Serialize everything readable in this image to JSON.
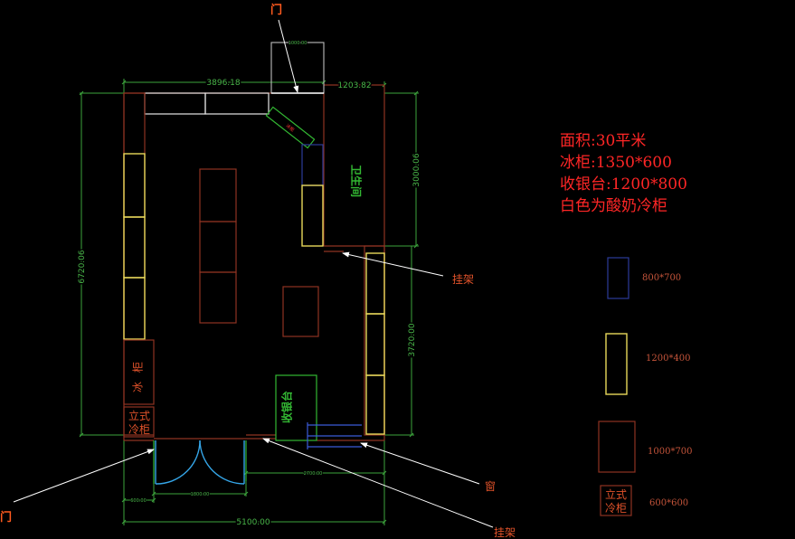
{
  "colors": {
    "background": "#000000",
    "wall": "#8e3322",
    "dimension": "#3da33d",
    "dimension_text": "#49b649",
    "yogurt_fridge": "#e8d85a",
    "fridge": "#e6e6e6",
    "blue_item": "#2b3b9a",
    "door_swing": "#35a6e8",
    "note_text": "#ff2626",
    "callout_text": "#e0522a",
    "legend_text": "#c4543a",
    "green_item": "#33b833"
  },
  "labels": {
    "door_top": "门",
    "door_bottom": "门",
    "dim_top_left": "3896.18",
    "dim_top_right": "1203.82",
    "dim_left": "6720.06",
    "dim_right_upper": "3000.06",
    "dim_right_lower": "3720.00",
    "dim_bottom": "5100.00",
    "dim_door_top": "1000.00",
    "dim_door_bottom": "1800.00",
    "dim_bottom_right": "2700.00",
    "dim_bottom_left": "600.00",
    "bathroom": "卫生间",
    "cashier": "收银台",
    "rack_right": "挂架",
    "window": "窗",
    "rack_bottom": "挂架",
    "freezer": "冰柜",
    "angled_freezer": "冰柜",
    "upright_line1": "立式",
    "upright_line2": "冷柜"
  },
  "notes": [
    "面积:30平米",
    "冰柜:1350*600",
    "收银台:1200*800",
    "白色为酸奶冷柜"
  ],
  "legend": [
    {
      "size": "800*700"
    },
    {
      "size": "1200*400"
    },
    {
      "size": "1000*700"
    },
    {
      "size": "600*600",
      "line1": "立式",
      "line2": "冷柜"
    }
  ]
}
